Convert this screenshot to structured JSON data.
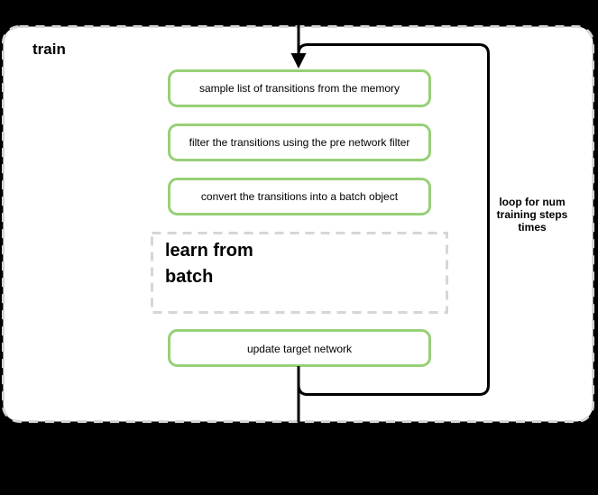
{
  "train_label": "train",
  "steps": [
    {
      "label": "sample list of transitions from the memory"
    },
    {
      "label": "filter the transitions using the pre network filter"
    },
    {
      "label": "convert the transitions into a batch object"
    }
  ],
  "subprocess_label": "learn from batch",
  "final_step_label": "update target network",
  "loop_label": "loop for num training steps times",
  "colors": {
    "step_border": "#97d077",
    "dashed_border": "#d6d6d6",
    "flow_line": "#000000",
    "canvas_bg": "#000000",
    "container_bg": "#ffffff"
  }
}
